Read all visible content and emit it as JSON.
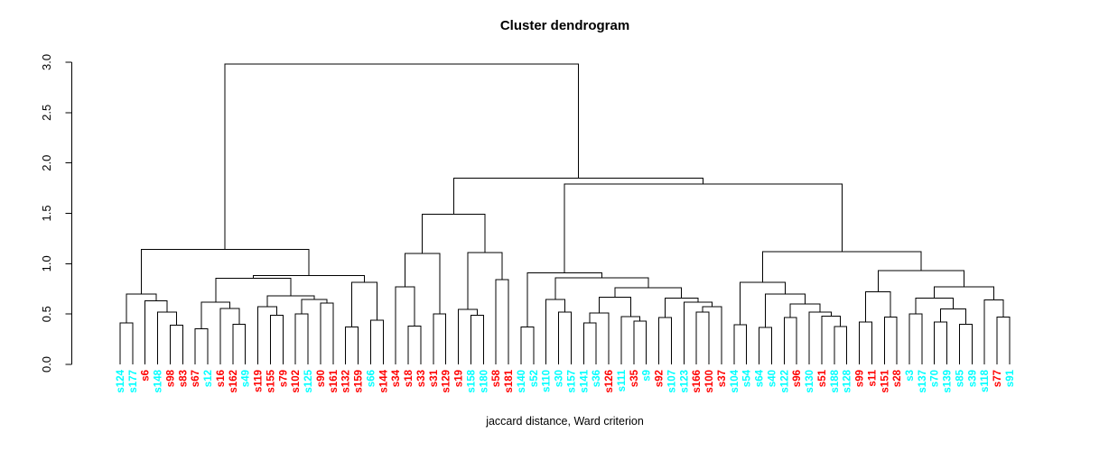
{
  "chart_data": {
    "type": "dendrogram",
    "title": "Cluster dendrogram",
    "xlabel": "jaccard distance, Ward criterion",
    "ylabel": "",
    "ylim": [
      0,
      3
    ],
    "y_ticks": [
      0.0,
      0.5,
      1.0,
      1.5,
      2.0,
      2.5,
      3.0
    ],
    "grid": false,
    "leaf_colors": {
      "cyan": "#00FFFF",
      "red": "#FF0000"
    },
    "leaves": [
      {
        "label": "s124",
        "color": "cyan"
      },
      {
        "label": "s177",
        "color": "cyan"
      },
      {
        "label": "s6",
        "color": "red"
      },
      {
        "label": "s148",
        "color": "cyan"
      },
      {
        "label": "s98",
        "color": "red"
      },
      {
        "label": "s83",
        "color": "red"
      },
      {
        "label": "s67",
        "color": "red"
      },
      {
        "label": "s12",
        "color": "cyan"
      },
      {
        "label": "s16",
        "color": "red"
      },
      {
        "label": "s162",
        "color": "red"
      },
      {
        "label": "s49",
        "color": "cyan"
      },
      {
        "label": "s119",
        "color": "red"
      },
      {
        "label": "s155",
        "color": "red"
      },
      {
        "label": "s79",
        "color": "red"
      },
      {
        "label": "s102",
        "color": "red"
      },
      {
        "label": "s125",
        "color": "cyan"
      },
      {
        "label": "s90",
        "color": "red"
      },
      {
        "label": "s161",
        "color": "red"
      },
      {
        "label": "s132",
        "color": "red"
      },
      {
        "label": "s159",
        "color": "red"
      },
      {
        "label": "s66",
        "color": "cyan"
      },
      {
        "label": "s144",
        "color": "red"
      },
      {
        "label": "s34",
        "color": "red"
      },
      {
        "label": "s18",
        "color": "red"
      },
      {
        "label": "s33",
        "color": "red"
      },
      {
        "label": "s31",
        "color": "red"
      },
      {
        "label": "s129",
        "color": "red"
      },
      {
        "label": "s19",
        "color": "red"
      },
      {
        "label": "s158",
        "color": "cyan"
      },
      {
        "label": "s180",
        "color": "cyan"
      },
      {
        "label": "s58",
        "color": "red"
      },
      {
        "label": "s181",
        "color": "red"
      },
      {
        "label": "s140",
        "color": "cyan"
      },
      {
        "label": "s52",
        "color": "cyan"
      },
      {
        "label": "s110",
        "color": "cyan"
      },
      {
        "label": "s30",
        "color": "cyan"
      },
      {
        "label": "s157",
        "color": "cyan"
      },
      {
        "label": "s141",
        "color": "cyan"
      },
      {
        "label": "s36",
        "color": "cyan"
      },
      {
        "label": "s126",
        "color": "red"
      },
      {
        "label": "s111",
        "color": "cyan"
      },
      {
        "label": "s35",
        "color": "red"
      },
      {
        "label": "s9",
        "color": "cyan"
      },
      {
        "label": "s92",
        "color": "red"
      },
      {
        "label": "s107",
        "color": "cyan"
      },
      {
        "label": "s123",
        "color": "cyan"
      },
      {
        "label": "s166",
        "color": "red"
      },
      {
        "label": "s100",
        "color": "red"
      },
      {
        "label": "s37",
        "color": "red"
      },
      {
        "label": "s104",
        "color": "cyan"
      },
      {
        "label": "s54",
        "color": "cyan"
      },
      {
        "label": "s64",
        "color": "cyan"
      },
      {
        "label": "s40",
        "color": "cyan"
      },
      {
        "label": "s122",
        "color": "cyan"
      },
      {
        "label": "s96",
        "color": "red"
      },
      {
        "label": "s130",
        "color": "cyan"
      },
      {
        "label": "s51",
        "color": "red"
      },
      {
        "label": "s188",
        "color": "cyan"
      },
      {
        "label": "s128",
        "color": "cyan"
      },
      {
        "label": "s99",
        "color": "red"
      },
      {
        "label": "s11",
        "color": "red"
      },
      {
        "label": "s151",
        "color": "red"
      },
      {
        "label": "s28",
        "color": "red"
      },
      {
        "label": "s3",
        "color": "cyan"
      },
      {
        "label": "s137",
        "color": "cyan"
      },
      {
        "label": "s70",
        "color": "cyan"
      },
      {
        "label": "s139",
        "color": "cyan"
      },
      {
        "label": "s85",
        "color": "cyan"
      },
      {
        "label": "s39",
        "color": "cyan"
      },
      {
        "label": "s118",
        "color": "cyan"
      },
      {
        "label": "s77",
        "color": "red"
      },
      {
        "label": "s91",
        "color": "cyan"
      }
    ],
    "tree": {
      "h": 2.98,
      "c": [
        {
          "h": 1.14,
          "c": [
            {
              "h": 0.7,
              "c": [
                {
                  "h": 0.41,
                  "c": [
                    "s124",
                    "s177"
                  ]
                },
                {
                  "h": 0.63,
                  "c": [
                    "s6",
                    {
                      "h": 0.52,
                      "c": [
                        "s148",
                        {
                          "h": 0.39,
                          "c": [
                            "s98",
                            "s83"
                          ]
                        }
                      ]
                    }
                  ]
                }
              ]
            },
            {
              "h": 0.88,
              "c": [
                {
                  "h": 0.855,
                  "c": [
                    {
                      "h": 0.62,
                      "c": [
                        {
                          "h": 0.355,
                          "c": [
                            "s67",
                            "s12"
                          ]
                        },
                        {
                          "h": 0.555,
                          "c": [
                            "s16",
                            {
                              "h": 0.4,
                              "c": [
                                "s162",
                                "s49"
                              ]
                            }
                          ]
                        }
                      ]
                    },
                    {
                      "h": 0.68,
                      "c": [
                        {
                          "h": 0.575,
                          "c": [
                            "s119",
                            {
                              "h": 0.49,
                              "c": [
                                "s155",
                                "s79"
                              ]
                            }
                          ]
                        },
                        {
                          "h": 0.645,
                          "c": [
                            {
                              "h": 0.5,
                              "c": [
                                "s102",
                                "s125"
                              ]
                            },
                            {
                              "h": 0.61,
                              "c": [
                                "s90",
                                "s161"
                              ]
                            }
                          ]
                        }
                      ]
                    }
                  ]
                },
                {
                  "h": 0.815,
                  "c": [
                    {
                      "h": 0.37,
                      "c": [
                        "s132",
                        "s159"
                      ]
                    },
                    {
                      "h": 0.44,
                      "c": [
                        "s66",
                        "s144"
                      ]
                    }
                  ]
                }
              ]
            }
          ]
        },
        {
          "h": 1.85,
          "c": [
            {
              "h": 1.49,
              "c": [
                {
                  "h": 1.1,
                  "c": [
                    {
                      "h": 0.77,
                      "c": [
                        "s34",
                        {
                          "h": 0.38,
                          "c": [
                            "s18",
                            "s33"
                          ]
                        }
                      ]
                    },
                    {
                      "h": 0.5,
                      "c": [
                        "s31",
                        "s129"
                      ]
                    }
                  ]
                },
                {
                  "h": 1.11,
                  "c": [
                    {
                      "h": 0.545,
                      "c": [
                        "s19",
                        {
                          "h": 0.49,
                          "c": [
                            "s158",
                            "s180"
                          ]
                        }
                      ]
                    },
                    {
                      "h": 0.84,
                      "c": [
                        "s58",
                        "s181"
                      ]
                    }
                  ]
                }
              ]
            },
            {
              "h": 1.79,
              "c": [
                {
                  "h": 0.91,
                  "c": [
                    {
                      "h": 0.37,
                      "c": [
                        "s140",
                        "s52"
                      ]
                    },
                    {
                      "h": 0.86,
                      "c": [
                        {
                          "h": 0.645,
                          "c": [
                            "s110",
                            {
                              "h": 0.52,
                              "c": [
                                "s30",
                                "s157"
                              ]
                            }
                          ]
                        },
                        {
                          "h": 0.76,
                          "c": [
                            {
                              "h": 0.665,
                              "c": [
                                {
                                  "h": 0.51,
                                  "c": [
                                    {
                                      "h": 0.41,
                                      "c": [
                                        "s141",
                                        "s36"
                                      ]
                                    },
                                    "s126"
                                  ]
                                },
                                {
                                  "h": 0.475,
                                  "c": [
                                    "s111",
                                    {
                                      "h": 0.43,
                                      "c": [
                                        "s35",
                                        "s9"
                                      ]
                                    }
                                  ]
                                }
                              ]
                            },
                            {
                              "h": 0.66,
                              "c": [
                                {
                                  "h": 0.465,
                                  "c": [
                                    "s92",
                                    "s107"
                                  ]
                                },
                                {
                                  "h": 0.617,
                                  "c": [
                                    "s123",
                                    {
                                      "h": 0.573,
                                      "c": [
                                        {
                                          "h": 0.52,
                                          "c": [
                                            "s166",
                                            "s100"
                                          ]
                                        },
                                        "s37"
                                      ]
                                    }
                                  ]
                                }
                              ]
                            }
                          ]
                        }
                      ]
                    }
                  ]
                },
                {
                  "h": 1.12,
                  "c": [
                    {
                      "h": 0.815,
                      "c": [
                        {
                          "h": 0.395,
                          "c": [
                            "s104",
                            "s54"
                          ]
                        },
                        {
                          "h": 0.7,
                          "c": [
                            {
                              "h": 0.365,
                              "c": [
                                "s64",
                                "s40"
                              ]
                            },
                            {
                              "h": 0.6,
                              "c": [
                                {
                                  "h": 0.465,
                                  "c": [
                                    "s122",
                                    "s96"
                                  ]
                                },
                                {
                                  "h": 0.52,
                                  "c": [
                                    "s130",
                                    {
                                      "h": 0.48,
                                      "c": [
                                        "s51",
                                        {
                                          "h": 0.375,
                                          "c": [
                                            "s188",
                                            "s128"
                                          ]
                                        }
                                      ]
                                    }
                                  ]
                                }
                              ]
                            }
                          ]
                        }
                      ]
                    },
                    {
                      "h": 0.93,
                      "c": [
                        {
                          "h": 0.72,
                          "c": [
                            {
                              "h": 0.42,
                              "c": [
                                "s99",
                                "s11"
                              ]
                            },
                            {
                              "h": 0.47,
                              "c": [
                                "s151",
                                "s28"
                              ]
                            }
                          ]
                        },
                        {
                          "h": 0.77,
                          "c": [
                            {
                              "h": 0.66,
                              "c": [
                                {
                                  "h": 0.5,
                                  "c": [
                                    "s3",
                                    "s137"
                                  ]
                                },
                                {
                                  "h": 0.55,
                                  "c": [
                                    {
                                      "h": 0.42,
                                      "c": [
                                        "s70",
                                        "s139"
                                      ]
                                    },
                                    {
                                      "h": 0.4,
                                      "c": [
                                        "s85",
                                        "s39"
                                      ]
                                    }
                                  ]
                                }
                              ]
                            },
                            {
                              "h": 0.64,
                              "c": [
                                "s118",
                                {
                                  "h": 0.47,
                                  "c": [
                                    "s77",
                                    "s91"
                                  ]
                                }
                              ]
                            }
                          ]
                        }
                      ]
                    }
                  ]
                }
              ]
            }
          ]
        }
      ]
    }
  }
}
